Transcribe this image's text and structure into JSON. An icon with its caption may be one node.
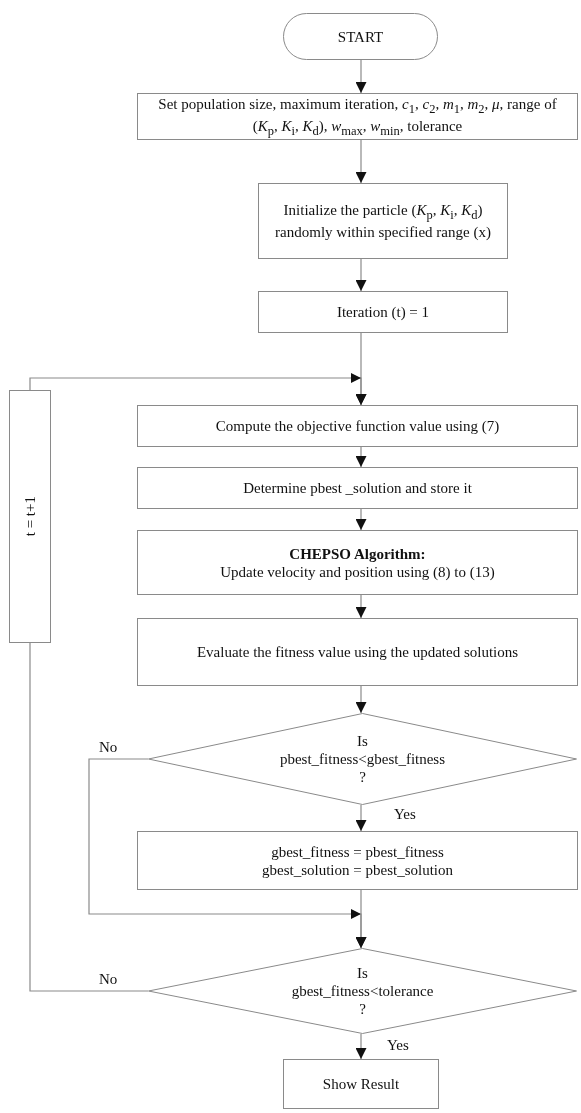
{
  "diagram": {
    "nodes": [
      {
        "text": [
          "START"
        ]
      },
      {
        "text": [
          "Set population size, maximum iteration, *c*$_{1}$, *c*$_{2}$, *m*$_{1}$, *m*$_{2}$, *μ*, range of (*K*$_{p}$, *K*$_{i}$, *K*$_{d}$), *w*$_{max}$, *w*$_{min}$, tolerance"
        ]
      },
      {
        "text": [
          "Initialize the particle (*K*$_{p}$, *K*$_{i}$, *K*$_{d}$) randomly within specified range (x)"
        ]
      },
      {
        "text": [
          "Iteration (t) = 1"
        ]
      },
      {
        "text": [
          "Compute the objective function value using (7)"
        ]
      },
      {
        "text": [
          "Determine pbest _solution and store it"
        ]
      },
      {
        "text": [
          "CHEPSO Algorithm:",
          "Update velocity and position using (8) to (13)"
        ]
      },
      {
        "text": [
          "Evaluate the fitness value using the updated solutions"
        ]
      },
      {
        "text": [
          "Is pbest_fitness<gbest_fitness ?"
        ]
      },
      {
        "text": [
          "gbest_fitness = pbest_fitness gbest_solution = pbest_solution"
        ]
      },
      {
        "text": [
          "Is gbest_fitness<tolerance ?"
        ]
      },
      {
        "text": [
          "Show Result"
        ]
      },
      {
        "text": [
          "t = t+1"
        ]
      }
    ],
    "edges": [
      {
        "from": 0,
        "to": 1,
        "arrow": "to"
      },
      {
        "from": 1,
        "to": 2,
        "arrow": "to"
      },
      {
        "from": 2,
        "to": 3,
        "arrow": "to"
      },
      {
        "from": 3,
        "to": 4,
        "arrow": "to"
      },
      {
        "from": 4,
        "to": 5,
        "arrow": "to"
      },
      {
        "from": 5,
        "to": 6,
        "arrow": "to"
      },
      {
        "from": 6,
        "to": 7,
        "arrow": "to"
      },
      {
        "from": 7,
        "to": 8,
        "arrow": "to"
      },
      {
        "from": 8,
        "to": 9,
        "arrow": "to",
        "label": "Yes"
      },
      {
        "from": 8,
        "to": 10,
        "arrow": "to",
        "label": "No"
      },
      {
        "from": 9,
        "to": 10,
        "arrow": "to"
      },
      {
        "from": 10,
        "to": 12,
        "arrow": "none",
        "label": "No"
      },
      {
        "from": 12,
        "to": 4,
        "arrow": "to"
      },
      {
        "from": 10,
        "to": 11,
        "arrow": "to",
        "label": "Yes"
      }
    ]
  }
}
